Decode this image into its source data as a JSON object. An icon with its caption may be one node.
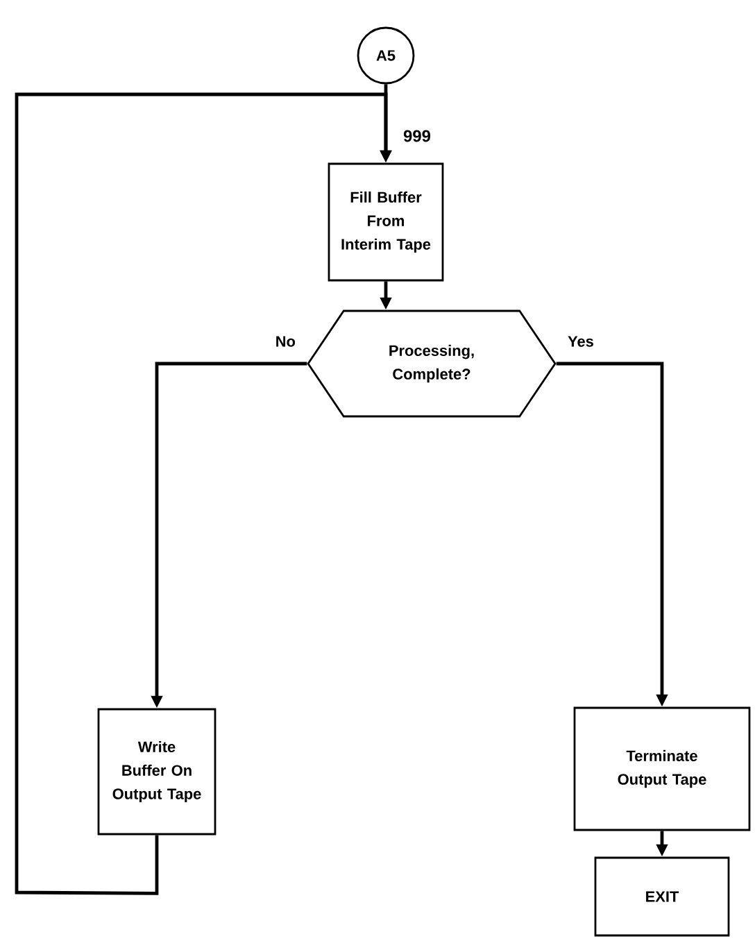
{
  "diagram": {
    "nodes": [
      {
        "text": [
          "A5"
        ]
      },
      {
        "text": [
          "Fill Buffer From Interim Tape"
        ],
        "beside": [
          "999"
        ]
      },
      {
        "text": [
          "Processing, Complete?"
        ]
      },
      {
        "text": [
          "Write Buffer On Output Tape"
        ]
      },
      {
        "text": [
          "Terminate Output Tape"
        ]
      },
      {
        "text": [
          "EXIT"
        ]
      }
    ],
    "edges": [
      {
        "from": 0,
        "to": 1,
        "arrow": "to"
      },
      {
        "from": 1,
        "to": 2,
        "arrow": "to"
      },
      {
        "from": 2,
        "to": 3,
        "arrow": "to",
        "label": "No"
      },
      {
        "from": 2,
        "to": 4,
        "arrow": "to",
        "label": "Yes"
      },
      {
        "from": 4,
        "to": 5,
        "arrow": "to"
      },
      {
        "from": 3,
        "to": 1,
        "arrow": "to"
      }
    ]
  }
}
